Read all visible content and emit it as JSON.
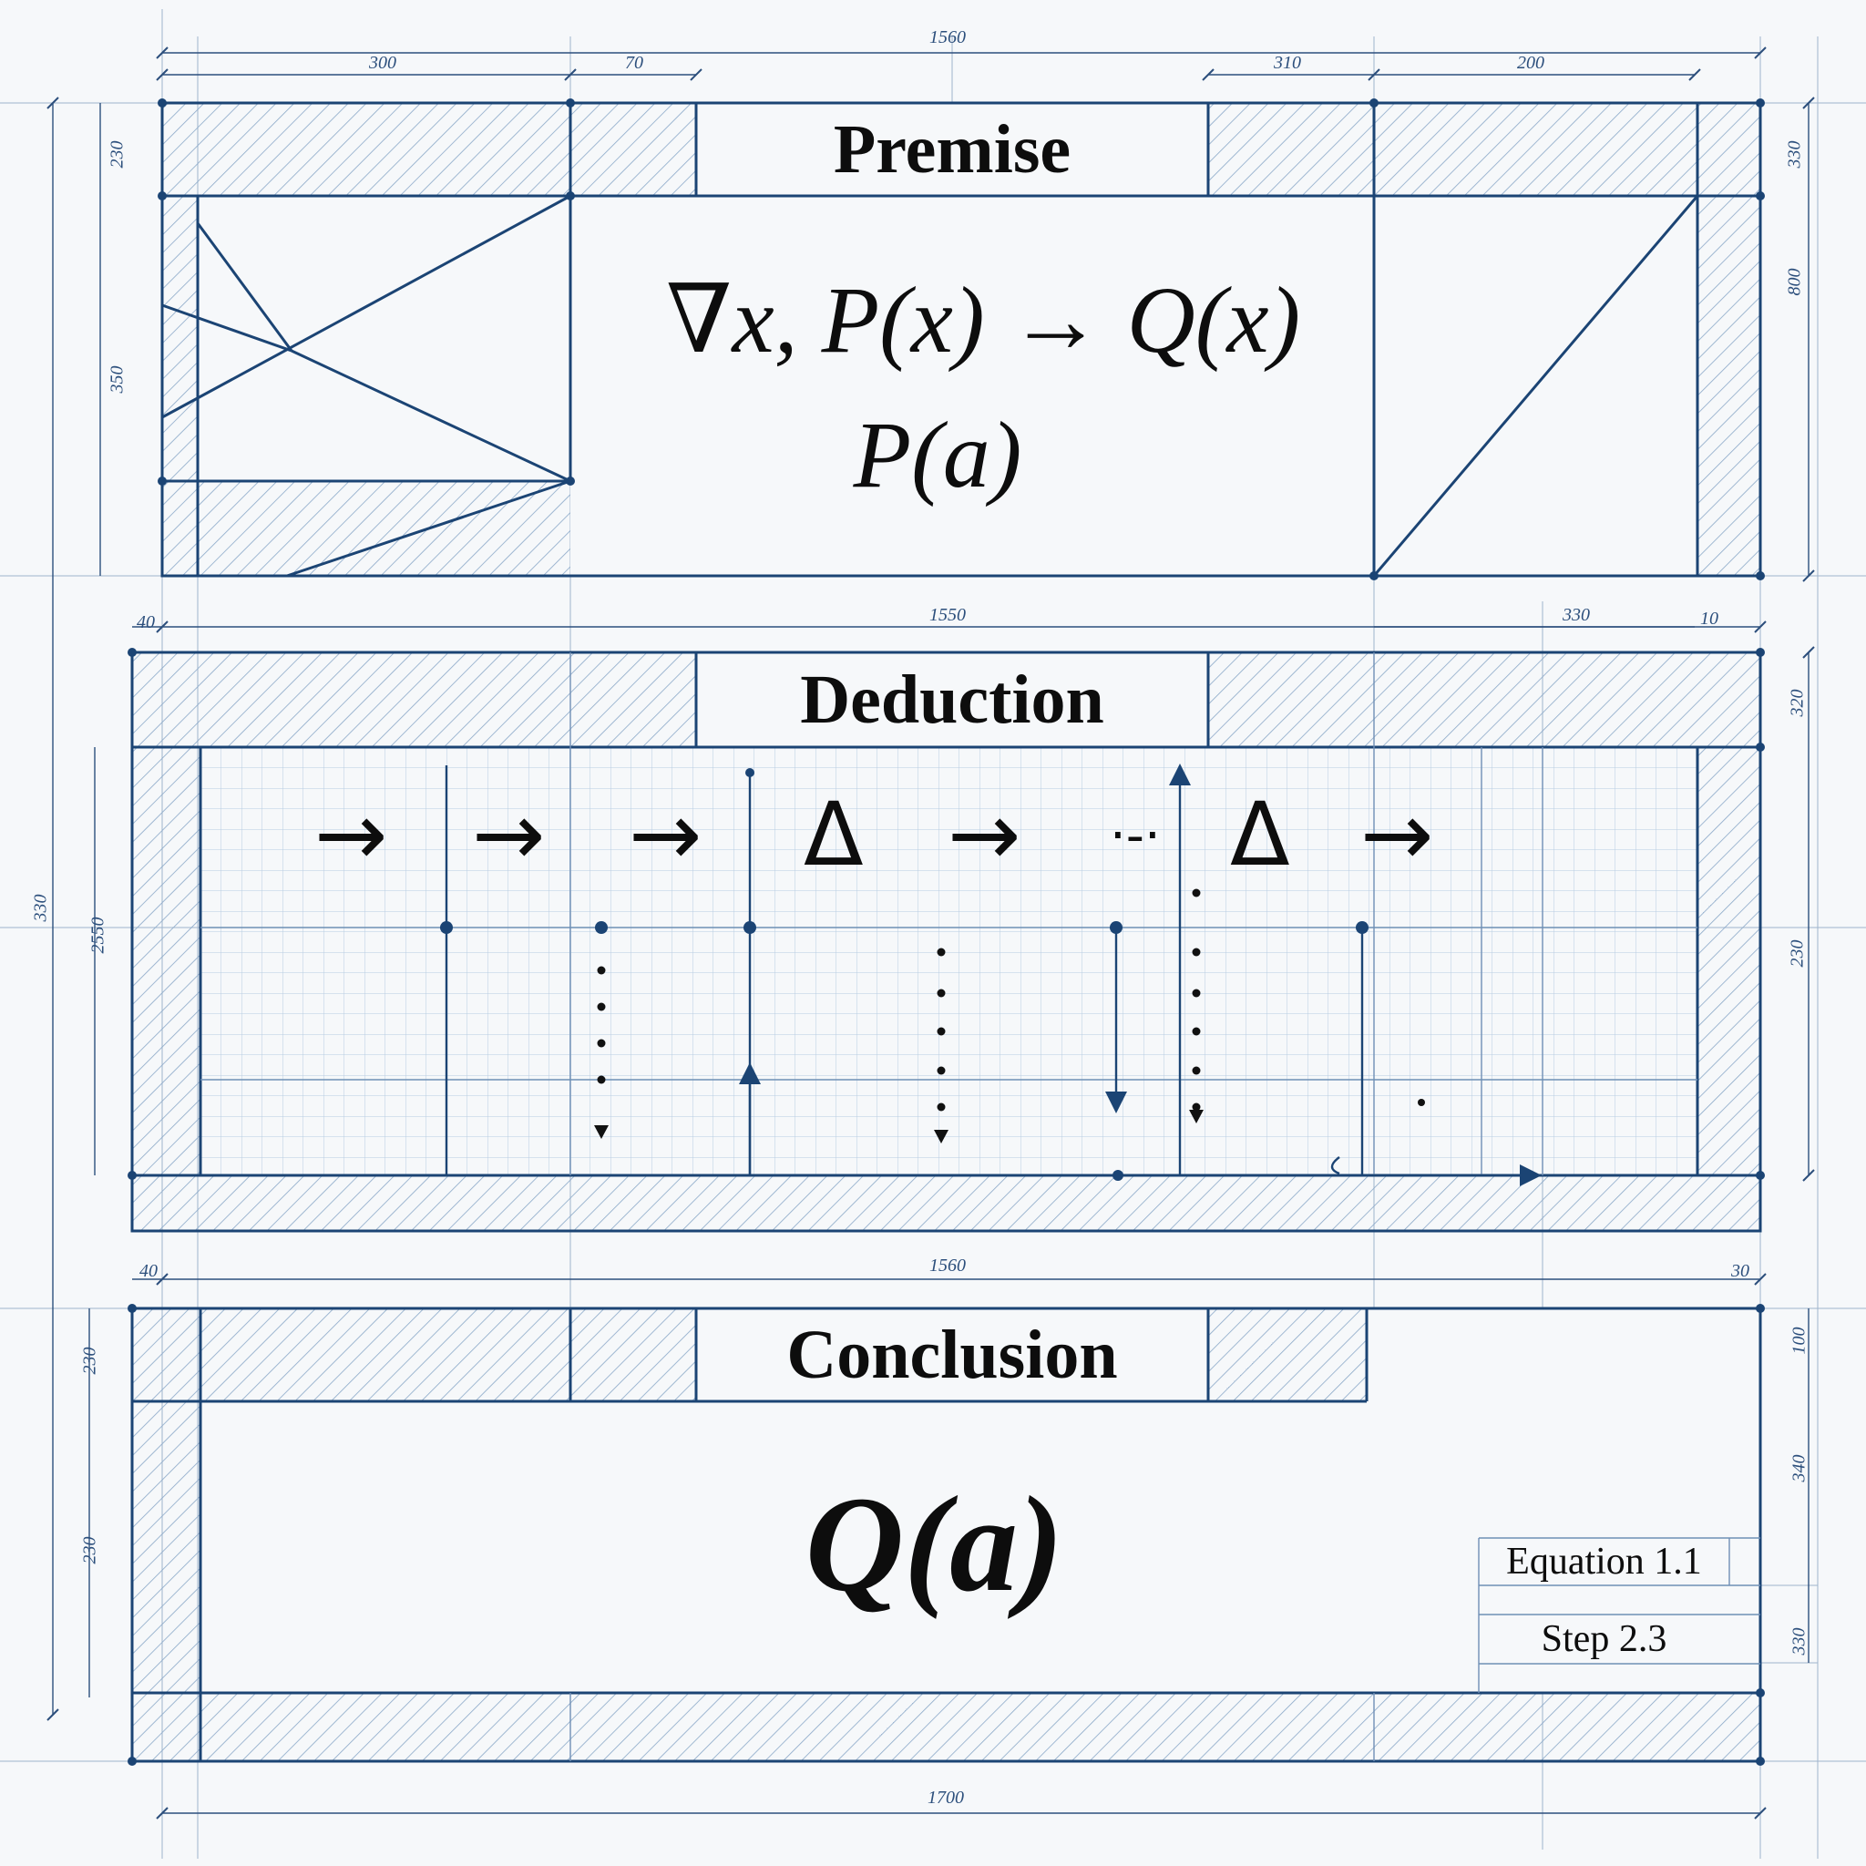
{
  "colors": {
    "line": "#1b4474",
    "grid": "#9bb6d4",
    "hatch": "#8aa8c8",
    "paper": "#f6f8fa",
    "ink": "#0d0d0d"
  },
  "panels": {
    "premise": {
      "title": "Premise",
      "line1": "∇x, P(x) → Q(x)",
      "line2": "P(a)"
    },
    "deduction": {
      "title": "Deduction",
      "symbols": [
        "→",
        "→",
        "→",
        "Δ",
        "→",
        "·-·",
        "Δ",
        "→"
      ]
    },
    "conclusion": {
      "title": "Conclusion",
      "result": "Q(a)",
      "notes": [
        "Equation 1.1",
        "Step 2.3"
      ]
    }
  },
  "dimensions": {
    "top_overall": "1560",
    "top_segments": [
      "300",
      "70",
      "310",
      "200"
    ],
    "premise_left": [
      "230",
      "350"
    ],
    "premise_right": [
      "330",
      "800"
    ],
    "deduction_overall": "1550",
    "deduction_right_seg": "330",
    "deduction_small": [
      "40",
      "10"
    ],
    "deduction_left": [
      "330",
      "2550"
    ],
    "deduction_right": [
      "320",
      "230"
    ],
    "conclusion_overall": "1560",
    "conclusion_small": [
      "40",
      "30"
    ],
    "conclusion_left": [
      "230",
      "230"
    ],
    "conclusion_right": [
      "100",
      "340",
      "330"
    ],
    "bottom_overall": "1700"
  }
}
